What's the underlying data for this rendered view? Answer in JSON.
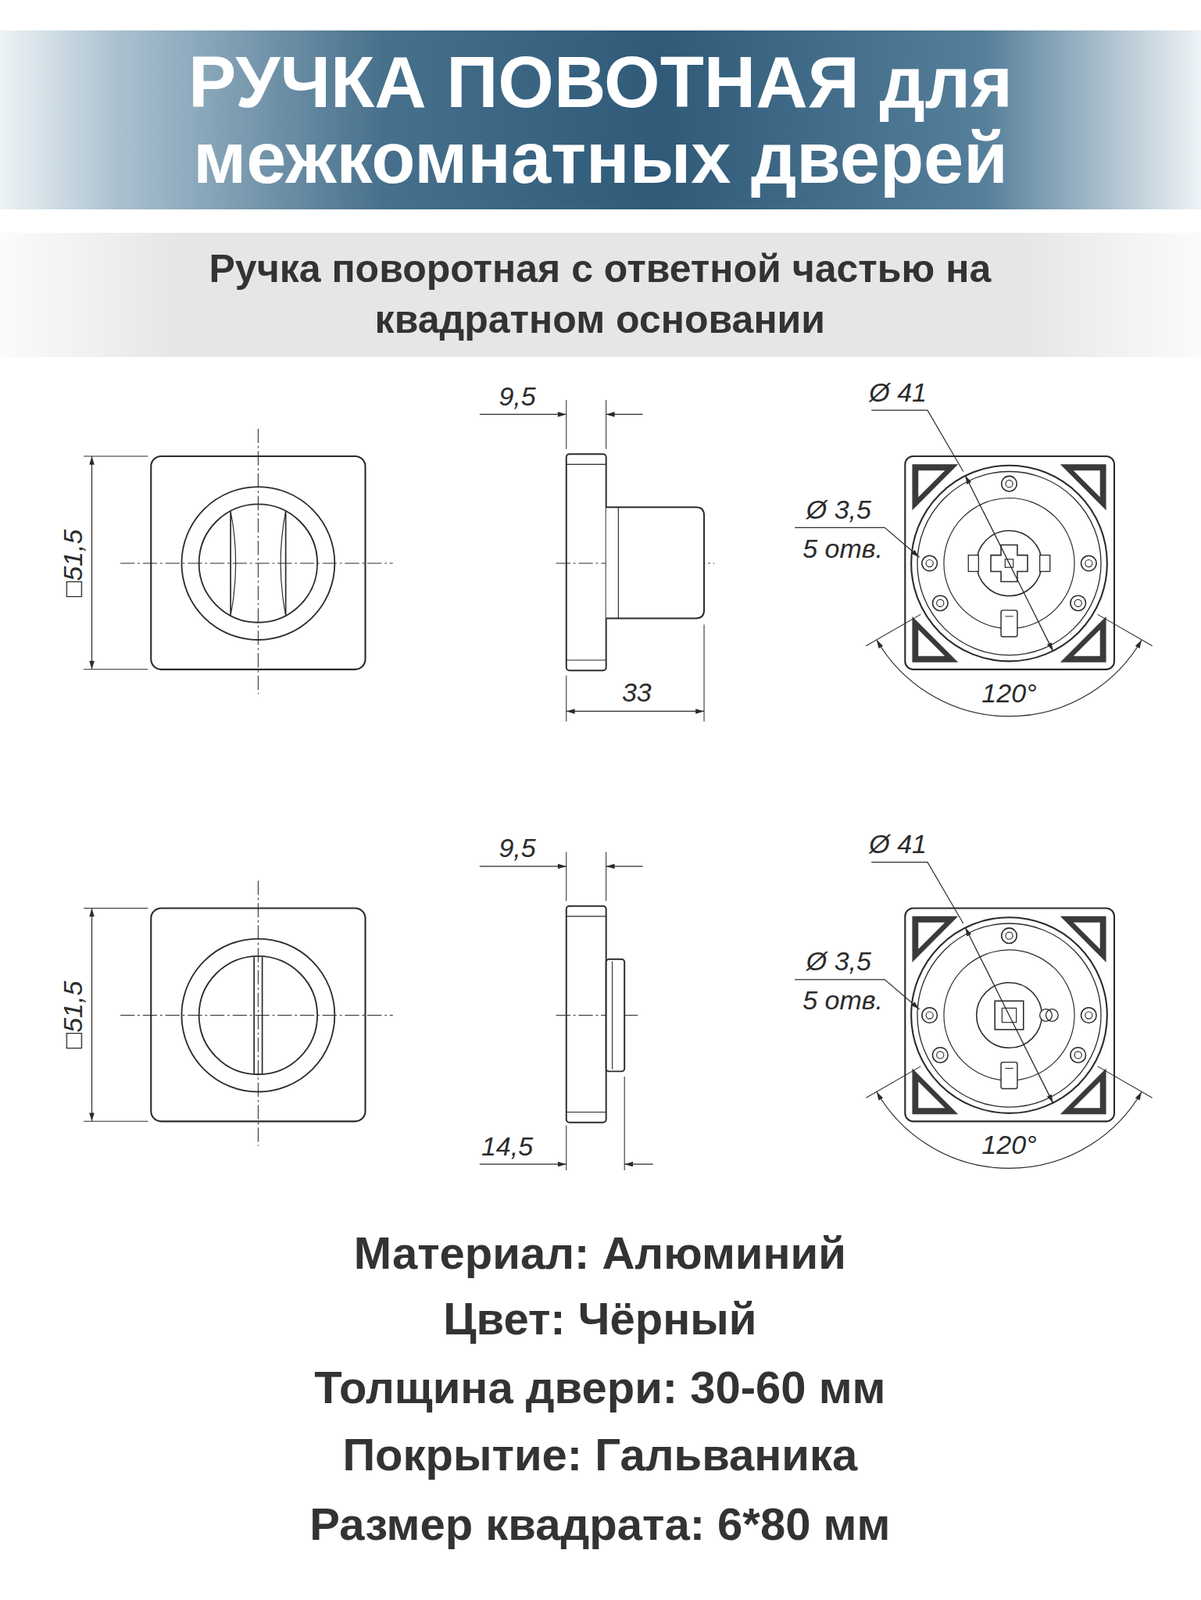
{
  "diagram": {
    "title": "РУЧКА ПОВОТНАЯ для межкомнатных дверей",
    "labels": [
      "Ручка поворотная с ответной частью на квадратном основании",
      "□51,5",
      "9,5",
      "33",
      "Ø 41",
      "Ø 3,5",
      "5 отв.",
      "120°",
      "□51,5",
      "9,5",
      "14,5",
      "Ø 41",
      "Ø 3,5",
      "5 отв.",
      "120°",
      "Материал: Алюминий",
      "Цвет: Чёрный",
      "Толщина двери: 30-60 мм",
      "Покрытие: Гальваника",
      "Размер квадрата: 6*80 мм"
    ]
  }
}
